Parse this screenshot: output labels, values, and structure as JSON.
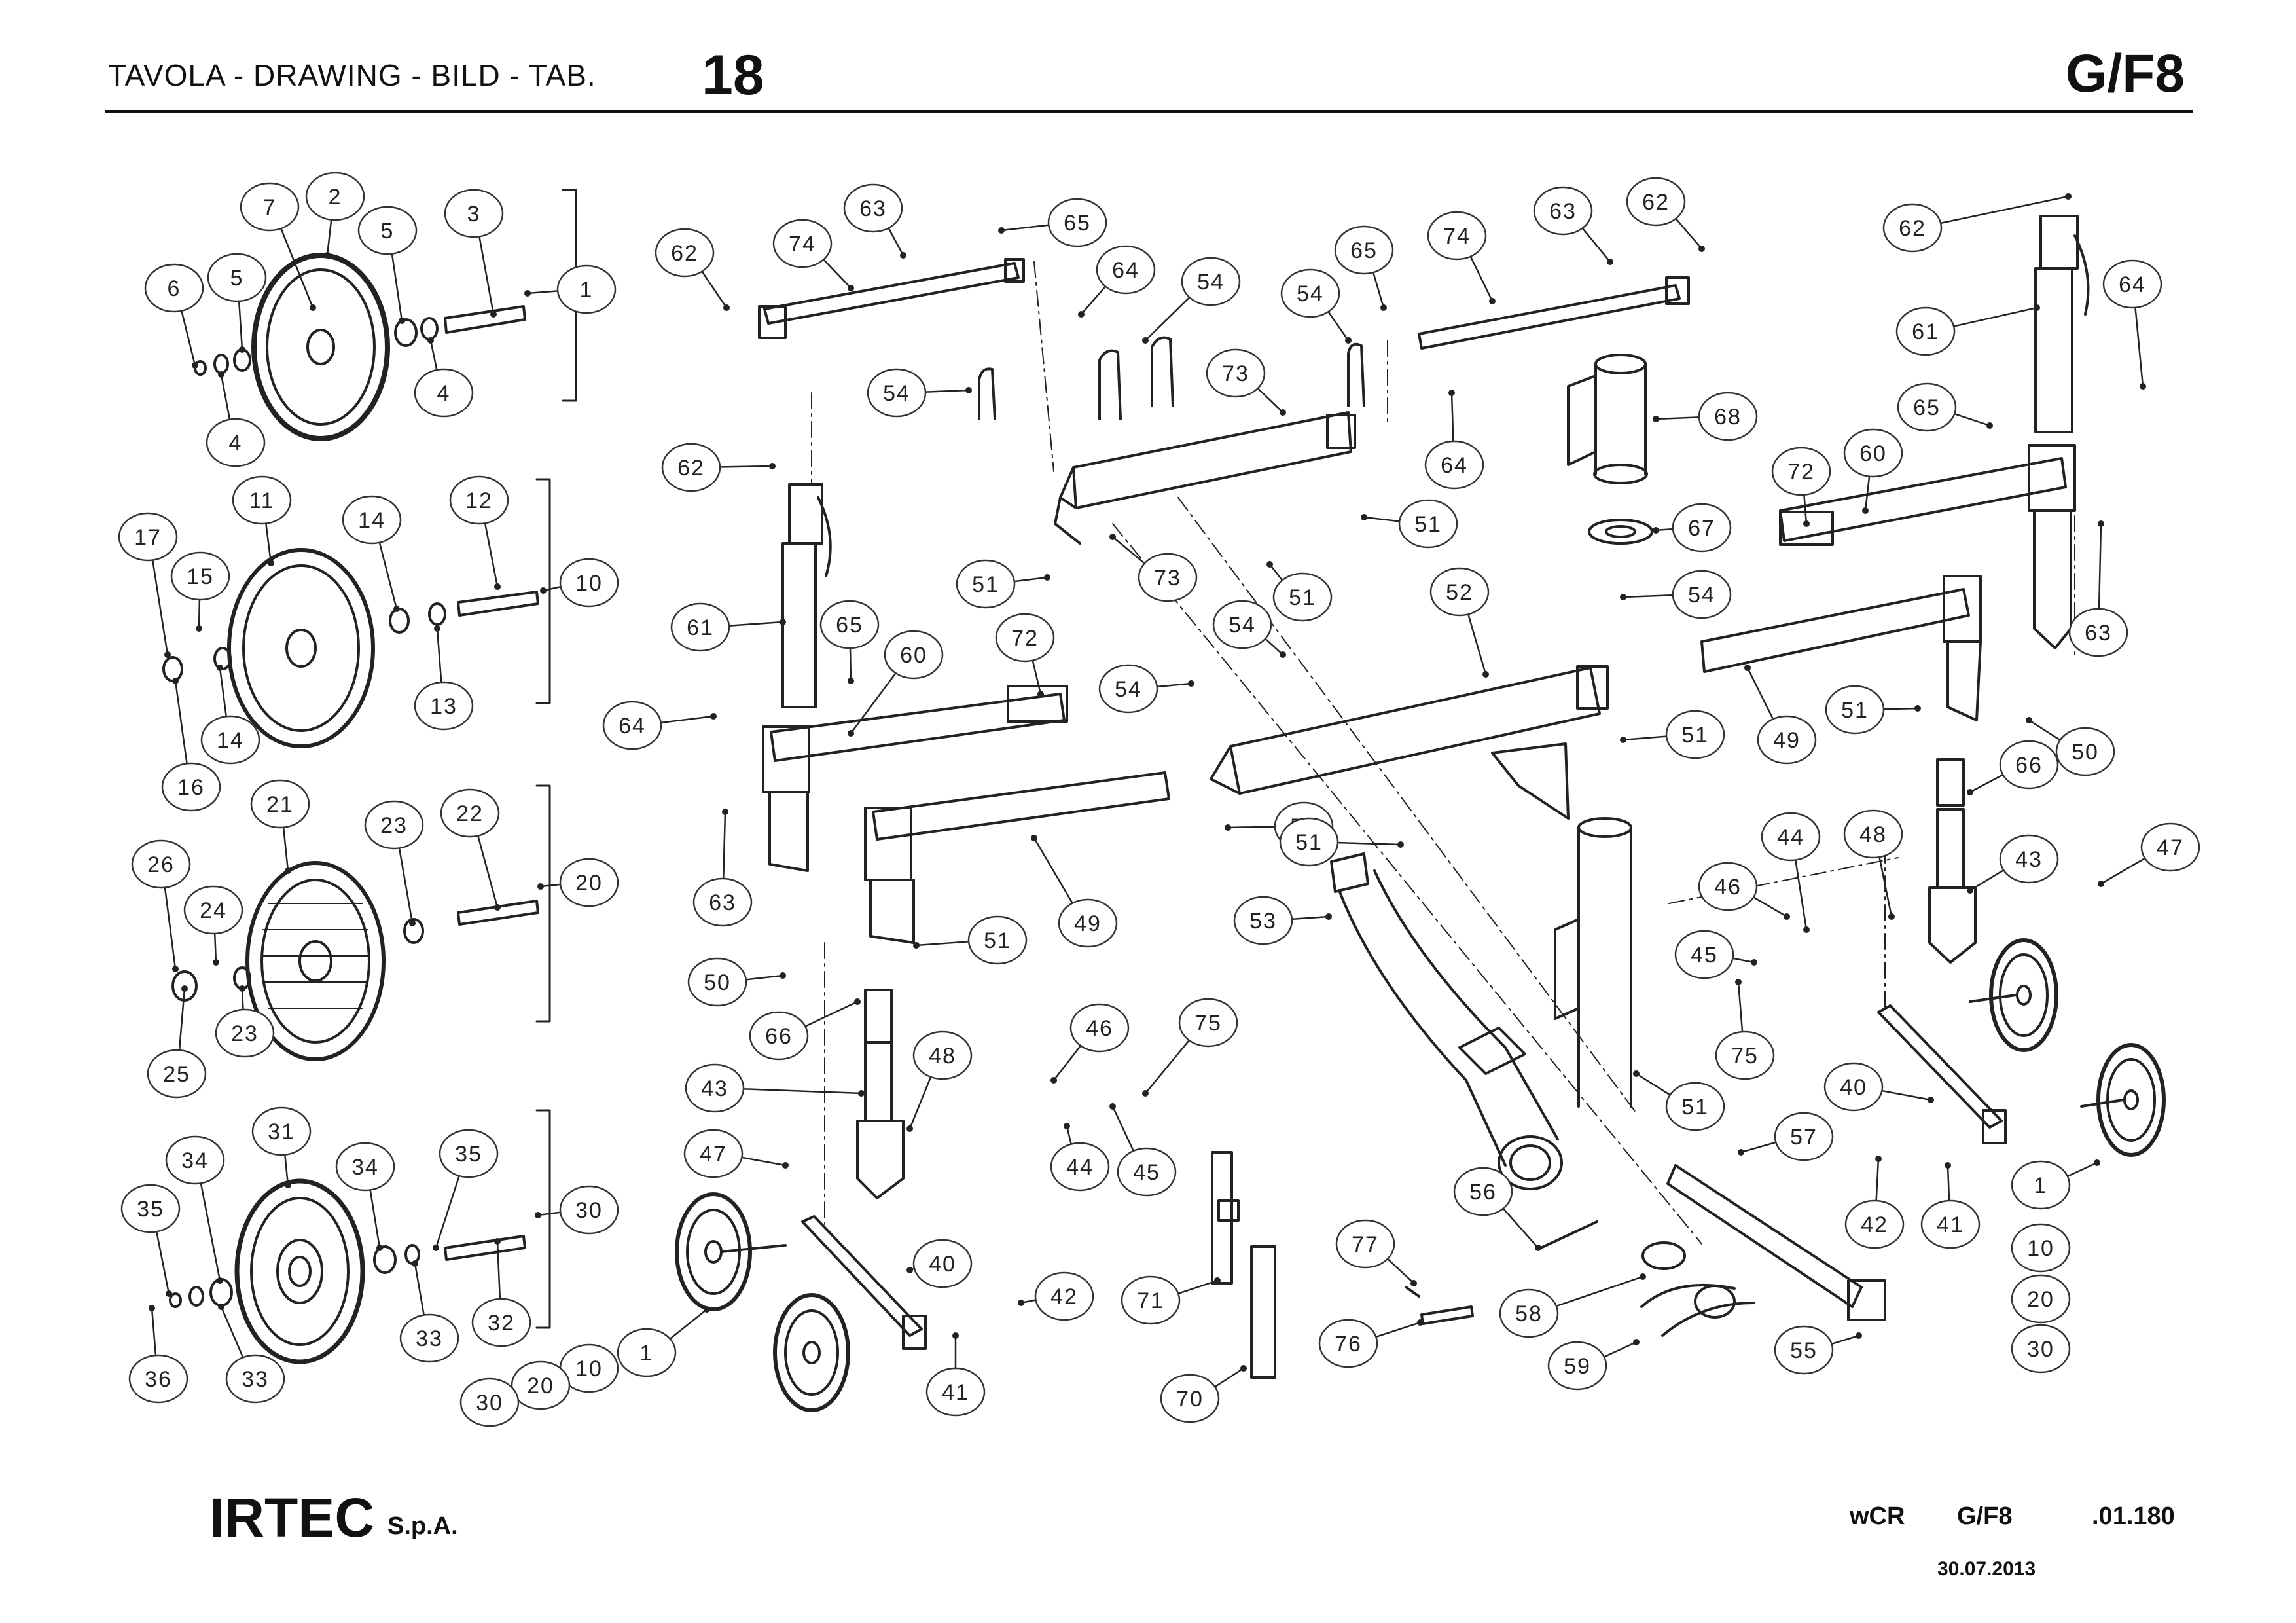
{
  "header": {
    "left_text": "TAVOLA - DRAWING - BILD - TAB.",
    "table_number": "18",
    "code": "G/F8"
  },
  "footer": {
    "brand": "IRTEC",
    "brand_suffix": "S.p.A.",
    "ref_1": "wCR",
    "ref_2": "G/F8",
    "ref_3": ".01.180",
    "date": "30.07.2013"
  },
  "callouts": [
    {
      "id": "c1",
      "label": "7"
    },
    {
      "id": "c2",
      "label": "2"
    },
    {
      "id": "c3",
      "label": "5"
    },
    {
      "id": "c4",
      "label": "3"
    },
    {
      "id": "c5",
      "label": "6"
    },
    {
      "id": "c6",
      "label": "5"
    },
    {
      "id": "c7",
      "label": "1"
    },
    {
      "id": "c8",
      "label": "4"
    },
    {
      "id": "c9",
      "label": "4"
    },
    {
      "id": "c10",
      "label": "11"
    },
    {
      "id": "c11",
      "label": "14"
    },
    {
      "id": "c12",
      "label": "12"
    },
    {
      "id": "c13",
      "label": "17"
    },
    {
      "id": "c14",
      "label": "15"
    },
    {
      "id": "c15",
      "label": "10"
    },
    {
      "id": "c16",
      "label": "13"
    },
    {
      "id": "c17",
      "label": "14"
    },
    {
      "id": "c18",
      "label": "16"
    },
    {
      "id": "c19",
      "label": "21"
    },
    {
      "id": "c20",
      "label": "23"
    },
    {
      "id": "c21",
      "label": "22"
    },
    {
      "id": "c22",
      "label": "26"
    },
    {
      "id": "c23",
      "label": "24"
    },
    {
      "id": "c24",
      "label": "20"
    },
    {
      "id": "c25",
      "label": "23"
    },
    {
      "id": "c26",
      "label": "25"
    },
    {
      "id": "c27",
      "label": "31"
    },
    {
      "id": "c28",
      "label": "34"
    },
    {
      "id": "c29",
      "label": "34"
    },
    {
      "id": "c30",
      "label": "35"
    },
    {
      "id": "c31",
      "label": "35"
    },
    {
      "id": "c32",
      "label": "30"
    },
    {
      "id": "c33",
      "label": "32"
    },
    {
      "id": "c34",
      "label": "33"
    },
    {
      "id": "c35",
      "label": "36"
    },
    {
      "id": "c36",
      "label": "33"
    },
    {
      "id": "c37",
      "label": "63"
    },
    {
      "id": "c38",
      "label": "65"
    },
    {
      "id": "c39",
      "label": "62"
    },
    {
      "id": "c40",
      "label": "74"
    },
    {
      "id": "c41",
      "label": "64"
    },
    {
      "id": "c42",
      "label": "54"
    },
    {
      "id": "c43",
      "label": "54"
    },
    {
      "id": "c44",
      "label": "73"
    },
    {
      "id": "c45",
      "label": "62"
    },
    {
      "id": "c46",
      "label": "73"
    },
    {
      "id": "c47",
      "label": "51"
    },
    {
      "id": "c48",
      "label": "51"
    },
    {
      "id": "c49",
      "label": "61"
    },
    {
      "id": "c50",
      "label": "65"
    },
    {
      "id": "c51",
      "label": "60"
    },
    {
      "id": "c52",
      "label": "72"
    },
    {
      "id": "c53",
      "label": "64"
    },
    {
      "id": "c54",
      "label": "63"
    },
    {
      "id": "c55",
      "label": "54"
    },
    {
      "id": "c56",
      "label": "54"
    },
    {
      "id": "c57",
      "label": "51"
    },
    {
      "id": "c58",
      "label": "50"
    },
    {
      "id": "c59",
      "label": "51"
    },
    {
      "id": "c60",
      "label": "49"
    },
    {
      "id": "c61",
      "label": "66"
    },
    {
      "id": "c62",
      "label": "48"
    },
    {
      "id": "c63",
      "label": "46"
    },
    {
      "id": "c64",
      "label": "75"
    },
    {
      "id": "c65",
      "label": "43"
    },
    {
      "id": "c66",
      "label": "47"
    },
    {
      "id": "c67",
      "label": "44"
    },
    {
      "id": "c68",
      "label": "45"
    },
    {
      "id": "c69",
      "label": "40"
    },
    {
      "id": "c70",
      "label": "42"
    },
    {
      "id": "c71",
      "label": "41"
    },
    {
      "id": "c72",
      "label": "71"
    },
    {
      "id": "c73",
      "label": "70"
    },
    {
      "id": "c74",
      "label": "1"
    },
    {
      "id": "c75",
      "label": "10"
    },
    {
      "id": "c76",
      "label": "20"
    },
    {
      "id": "c77",
      "label": "30"
    },
    {
      "id": "c78",
      "label": "53"
    },
    {
      "id": "c79",
      "label": "65"
    },
    {
      "id": "c80",
      "label": "74"
    },
    {
      "id": "c81",
      "label": "63"
    },
    {
      "id": "c82",
      "label": "62"
    },
    {
      "id": "c83",
      "label": "54"
    },
    {
      "id": "c84",
      "label": "64"
    },
    {
      "id": "c85",
      "label": "68"
    },
    {
      "id": "c86",
      "label": "51"
    },
    {
      "id": "c87",
      "label": "67"
    },
    {
      "id": "c88",
      "label": "52"
    },
    {
      "id": "c89",
      "label": "54"
    },
    {
      "id": "c90",
      "label": "51"
    },
    {
      "id": "c91",
      "label": "56"
    },
    {
      "id": "c92",
      "label": "57"
    },
    {
      "id": "c93",
      "label": "77"
    },
    {
      "id": "c94",
      "label": "58"
    },
    {
      "id": "c95",
      "label": "76"
    },
    {
      "id": "c96",
      "label": "59"
    },
    {
      "id": "c97",
      "label": "55"
    },
    {
      "id": "c98",
      "label": "62"
    },
    {
      "id": "c99",
      "label": "64"
    },
    {
      "id": "c100",
      "label": "61"
    },
    {
      "id": "c101",
      "label": "65"
    },
    {
      "id": "c102",
      "label": "72"
    },
    {
      "id": "c103",
      "label": "60"
    },
    {
      "id": "c104",
      "label": "63"
    },
    {
      "id": "c105",
      "label": "51"
    },
    {
      "id": "c106",
      "label": "49"
    },
    {
      "id": "c107",
      "label": "50"
    },
    {
      "id": "c108",
      "label": "66"
    },
    {
      "id": "c109",
      "label": "44"
    },
    {
      "id": "c110",
      "label": "48"
    },
    {
      "id": "c111",
      "label": "47"
    },
    {
      "id": "c112",
      "label": "46"
    },
    {
      "id": "c113",
      "label": "43"
    },
    {
      "id": "c114",
      "label": "45"
    },
    {
      "id": "c115",
      "label": "75"
    },
    {
      "id": "c116",
      "label": "40"
    },
    {
      "id": "c117",
      "label": "42"
    },
    {
      "id": "c118",
      "label": "41"
    },
    {
      "id": "c119",
      "label": "1"
    },
    {
      "id": "c120",
      "label": "10"
    },
    {
      "id": "c121",
      "label": "20"
    },
    {
      "id": "c122",
      "label": "30"
    },
    {
      "id": "c123",
      "label": "1"
    },
    {
      "id": "c124",
      "label": "10"
    },
    {
      "id": "c125",
      "label": "20"
    },
    {
      "id": "c126",
      "label": "30"
    },
    {
      "id": "c127",
      "label": "51"
    },
    {
      "id": "c128",
      "label": "51"
    },
    {
      "id": "c129",
      "label": "50"
    },
    {
      "id": "c130",
      "label": "63"
    },
    {
      "id": "c131",
      "label": "62"
    },
    {
      "id": "c132",
      "label": "65"
    }
  ]
}
